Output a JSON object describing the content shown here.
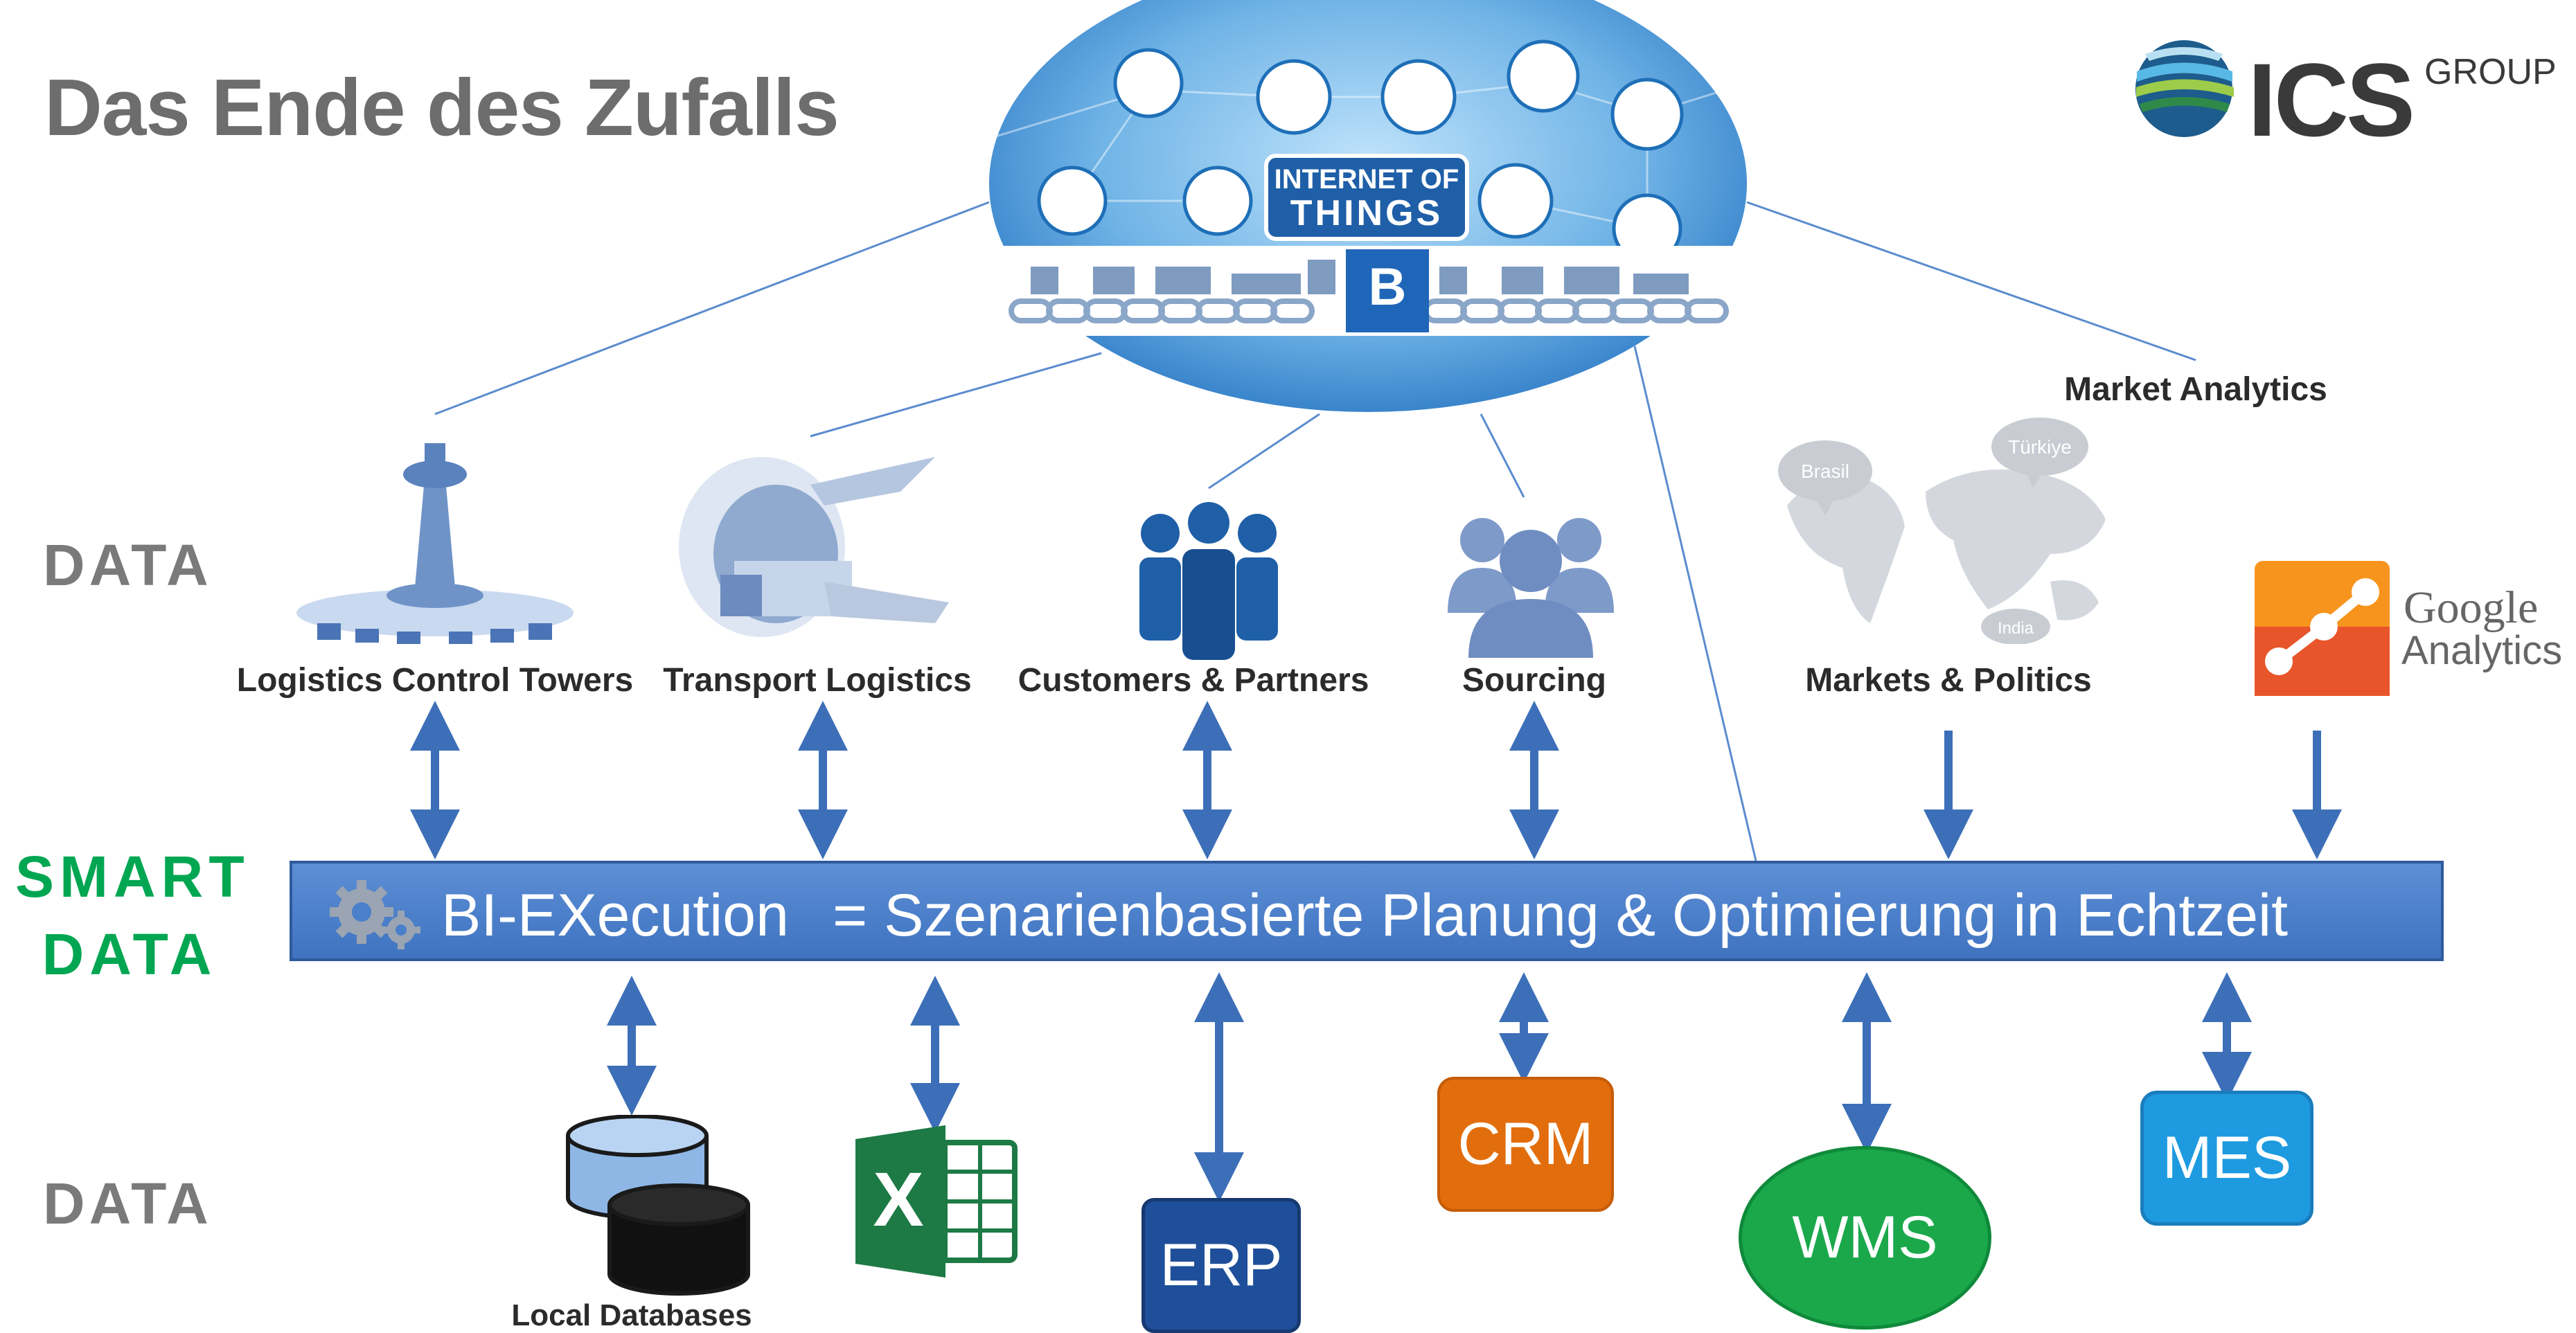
{
  "header": {
    "title": "Das Ende des Zufalls"
  },
  "brand": {
    "logo_main": "ICS",
    "logo_sub": "GROUP"
  },
  "side_labels": {
    "data_top": "DATA",
    "smart_1": "SMART",
    "smart_2": "DATA",
    "data_bottom": "DATA"
  },
  "iot": {
    "title_1": "INTERNET OF",
    "title_2": "THINGS",
    "blockchain_symbol": "B"
  },
  "top_sources": [
    {
      "label": "Logistics Control Towers",
      "icon": "control-tower-icon"
    },
    {
      "label": "Transport Logistics",
      "icon": "transport-icon"
    },
    {
      "label": "Customers & Partners",
      "icon": "people-group-icon"
    },
    {
      "label": "Sourcing",
      "icon": "people-icon"
    },
    {
      "label": "Markets & Politics",
      "icon": "world-map-icon"
    }
  ],
  "market_analytics": {
    "label": "Market Analytics",
    "ga_1": "Google",
    "ga_2": "Analytics"
  },
  "map_bubbles": {
    "b1": "Brasil",
    "b2": "Türkiye",
    "b3": "India"
  },
  "bar": {
    "title": "BI-EXecution",
    "description": "= Szenarienbasierte Planung & Optimierung in Echtzeit"
  },
  "bottom_systems": {
    "local_db": "Local Databases",
    "excel": "X",
    "erp": "ERP",
    "crm": "CRM",
    "wms": "WMS",
    "mes": "MES"
  },
  "colors": {
    "bar": "#4a7fcb",
    "arrow": "#3d6fb8",
    "smart": "#00a651",
    "crm": "#e26d0c",
    "wms": "#1aa84b",
    "mes": "#1e9ae0",
    "erp": "#1f4f9a"
  }
}
